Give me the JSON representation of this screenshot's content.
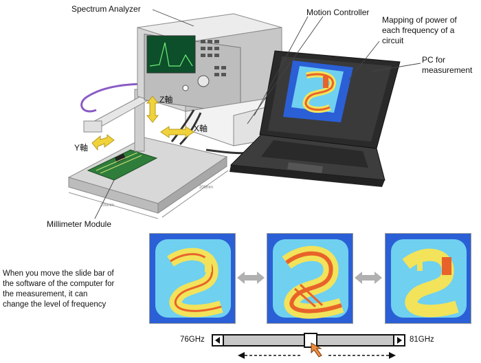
{
  "labels": {
    "spectrum_analyzer": "Spectrum Analyzer",
    "motion_controller": "Motion Controller",
    "mapping_line1": "Mapping of power of",
    "mapping_line2": "each frequency of a",
    "mapping_line3": "circuit",
    "pc_line1": "PC for",
    "pc_line2": "measurement",
    "z_axis": "Z軸",
    "x_axis": "X軸",
    "y_axis": "Y軸",
    "dimension_width": "200mm",
    "dimension_depth": "200mm",
    "millimeter_module": "Millimeter Module"
  },
  "note": {
    "line1": "When you move the slide bar of",
    "line2": "the software of the computer for",
    "line3": "the measurement, it can",
    "line4": "change the level of frequency"
  },
  "slider": {
    "min_label": "76GHz",
    "max_label": "81GHz",
    "position_fraction": 0.5
  },
  "colors": {
    "heatmap_low": "#2b5fd6",
    "heatmap_mid": "#6fd0f0",
    "heatmap_high": "#f2e35a",
    "heatmap_peak": "#e8632a",
    "cursor": "#f08a3c",
    "arrow_gray": "#b0b0b0"
  }
}
